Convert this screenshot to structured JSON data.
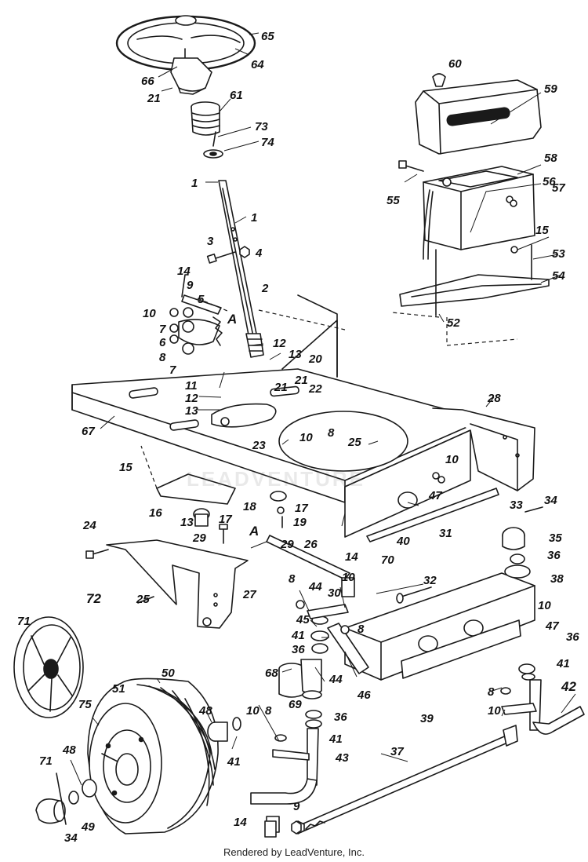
{
  "watermark": "LEADVENTURE",
  "credit": "Rendered by LeadVenture, Inc.",
  "callouts": [
    {
      "id": "c1",
      "text": "65"
    },
    {
      "id": "c2",
      "text": "64"
    },
    {
      "id": "c3",
      "text": "66"
    },
    {
      "id": "c4",
      "text": "21"
    },
    {
      "id": "c5",
      "text": "61"
    },
    {
      "id": "c6",
      "text": "73"
    },
    {
      "id": "c7",
      "text": "74"
    },
    {
      "id": "c8",
      "text": "1"
    },
    {
      "id": "c9",
      "text": "1"
    },
    {
      "id": "c10",
      "text": "3"
    },
    {
      "id": "c11",
      "text": "4"
    },
    {
      "id": "c12",
      "text": "14"
    },
    {
      "id": "c13",
      "text": "9"
    },
    {
      "id": "c14",
      "text": "5"
    },
    {
      "id": "c15",
      "text": "2"
    },
    {
      "id": "c16",
      "text": "10"
    },
    {
      "id": "c17",
      "text": "A"
    },
    {
      "id": "c18",
      "text": "7"
    },
    {
      "id": "c19",
      "text": "6"
    },
    {
      "id": "c20",
      "text": "8"
    },
    {
      "id": "c21",
      "text": "7"
    },
    {
      "id": "c22",
      "text": "12"
    },
    {
      "id": "c23",
      "text": "13"
    },
    {
      "id": "c24",
      "text": "20"
    },
    {
      "id": "c25",
      "text": "11"
    },
    {
      "id": "c26",
      "text": "12"
    },
    {
      "id": "c27",
      "text": "13"
    },
    {
      "id": "c28",
      "text": "21"
    },
    {
      "id": "c29",
      "text": "21"
    },
    {
      "id": "c30",
      "text": "22"
    },
    {
      "id": "c31",
      "text": "60"
    },
    {
      "id": "c32",
      "text": "59"
    },
    {
      "id": "c33",
      "text": "58"
    },
    {
      "id": "c34",
      "text": "55"
    },
    {
      "id": "c35",
      "text": "56"
    },
    {
      "id": "c36",
      "text": "57"
    },
    {
      "id": "c37",
      "text": "15"
    },
    {
      "id": "c38",
      "text": "53"
    },
    {
      "id": "c39",
      "text": "54"
    },
    {
      "id": "c40",
      "text": "52"
    },
    {
      "id": "c41",
      "text": "28"
    },
    {
      "id": "c42",
      "text": "67"
    },
    {
      "id": "c43",
      "text": "23"
    },
    {
      "id": "c44",
      "text": "10"
    },
    {
      "id": "c45",
      "text": "8"
    },
    {
      "id": "c46",
      "text": "25"
    },
    {
      "id": "c47",
      "text": "10"
    },
    {
      "id": "c48",
      "text": "47"
    },
    {
      "id": "c49",
      "text": "15"
    },
    {
      "id": "c50",
      "text": "16"
    },
    {
      "id": "c51",
      "text": "18"
    },
    {
      "id": "c52",
      "text": "17"
    },
    {
      "id": "c53",
      "text": "19"
    },
    {
      "id": "c54",
      "text": "13"
    },
    {
      "id": "c55",
      "text": "17"
    },
    {
      "id": "c56",
      "text": "29"
    },
    {
      "id": "c57",
      "text": "29"
    },
    {
      "id": "c58",
      "text": "A"
    },
    {
      "id": "c59",
      "text": "40"
    },
    {
      "id": "c60",
      "text": "31"
    },
    {
      "id": "c61",
      "text": "33"
    },
    {
      "id": "c62",
      "text": "34"
    },
    {
      "id": "c63",
      "text": "35"
    },
    {
      "id": "c64",
      "text": "36"
    },
    {
      "id": "c65",
      "text": "24"
    },
    {
      "id": "c66",
      "text": "26"
    },
    {
      "id": "c67",
      "text": "27"
    },
    {
      "id": "c68",
      "text": "70"
    },
    {
      "id": "c69",
      "text": "14"
    },
    {
      "id": "c70",
      "text": "32"
    },
    {
      "id": "c71",
      "text": "38"
    },
    {
      "id": "c72",
      "text": "8"
    },
    {
      "id": "c73",
      "text": "44"
    },
    {
      "id": "c74",
      "text": "30"
    },
    {
      "id": "c75",
      "text": "10"
    },
    {
      "id": "c76",
      "text": "25"
    },
    {
      "id": "c77",
      "text": "45"
    },
    {
      "id": "c78",
      "text": "8"
    },
    {
      "id": "c79",
      "text": "10"
    },
    {
      "id": "c80",
      "text": "47"
    },
    {
      "id": "c81",
      "text": "36"
    },
    {
      "id": "c82",
      "text": "72"
    },
    {
      "id": "c83",
      "text": "71"
    },
    {
      "id": "c84",
      "text": "41"
    },
    {
      "id": "c85",
      "text": "36"
    },
    {
      "id": "c86",
      "text": "46"
    },
    {
      "id": "c87",
      "text": "41"
    },
    {
      "id": "c88",
      "text": "68"
    },
    {
      "id": "c89",
      "text": "44"
    },
    {
      "id": "c90",
      "text": "50"
    },
    {
      "id": "c91",
      "text": "69"
    },
    {
      "id": "c92",
      "text": "39"
    },
    {
      "id": "c93",
      "text": "8"
    },
    {
      "id": "c94",
      "text": "42"
    },
    {
      "id": "c95",
      "text": "10"
    },
    {
      "id": "c96",
      "text": "51"
    },
    {
      "id": "c97",
      "text": "75"
    },
    {
      "id": "c98",
      "text": "48"
    },
    {
      "id": "c99",
      "text": "10"
    },
    {
      "id": "c100",
      "text": "8"
    },
    {
      "id": "c101",
      "text": "36"
    },
    {
      "id": "c102",
      "text": "41"
    },
    {
      "id": "c103",
      "text": "43"
    },
    {
      "id": "c104",
      "text": "48"
    },
    {
      "id": "c105",
      "text": "71"
    },
    {
      "id": "c106",
      "text": "41"
    },
    {
      "id": "c107",
      "text": "37"
    },
    {
      "id": "c108",
      "text": "14"
    },
    {
      "id": "c109",
      "text": "9"
    },
    {
      "id": "c110",
      "text": "49"
    },
    {
      "id": "c111",
      "text": "34"
    }
  ]
}
